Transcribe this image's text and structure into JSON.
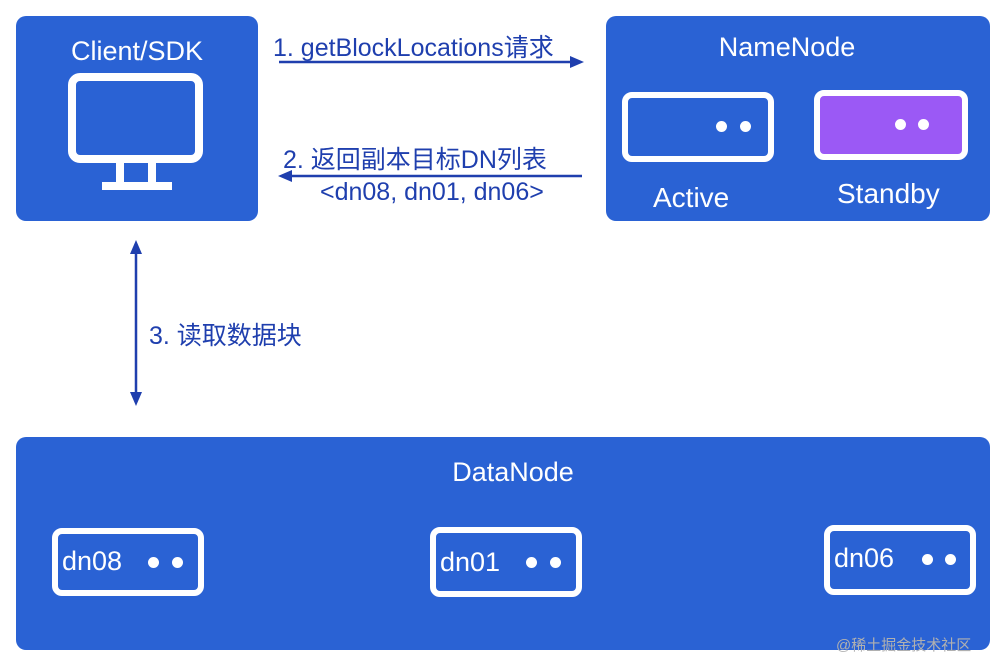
{
  "client": {
    "title": "Client/SDK",
    "icon": "monitor-icon"
  },
  "namenode": {
    "title": "NameNode",
    "active_label": "Active",
    "standby_label": "Standby"
  },
  "datanode": {
    "title": "DataNode",
    "nodes": [
      "dn08",
      "dn01",
      "dn06"
    ]
  },
  "edges": {
    "request": "1. getBlockLocations请求",
    "response": "2. 返回副本目标DN列表",
    "response_detail": "<dn08, dn01, dn06>",
    "read": "3. 读取数据块"
  },
  "watermark": "@稀土掘金技术社区",
  "colors": {
    "box": "#2a62d4",
    "standby": "#9b59f5",
    "arrow": "#1f3fae",
    "text": "#ffffff"
  }
}
